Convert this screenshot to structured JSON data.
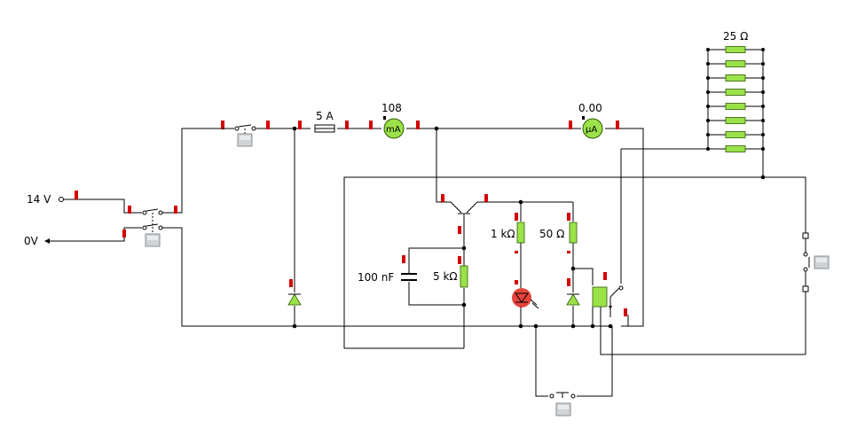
{
  "supply": {
    "positive_label": "14 V",
    "ground_label": "0V"
  },
  "fuse": {
    "label": "5 A"
  },
  "ammeter_ma": {
    "reading": "108",
    "unit": "mA"
  },
  "ammeter_ua": {
    "reading": "0.00",
    "unit": "µA"
  },
  "resistor_bank": {
    "label": "25 Ω",
    "count": 8
  },
  "capacitor": {
    "label": "100 nF"
  },
  "resistor_5k": {
    "label": "5 kΩ"
  },
  "resistor_1k": {
    "label": "1 kΩ"
  },
  "resistor_50": {
    "label": "50 Ω"
  },
  "colors": {
    "wire": "#000000",
    "terminal_marker": "#d40000",
    "component_fill": "#9be24a",
    "led_on": "#e0241b",
    "button": "#cfd3d6"
  }
}
